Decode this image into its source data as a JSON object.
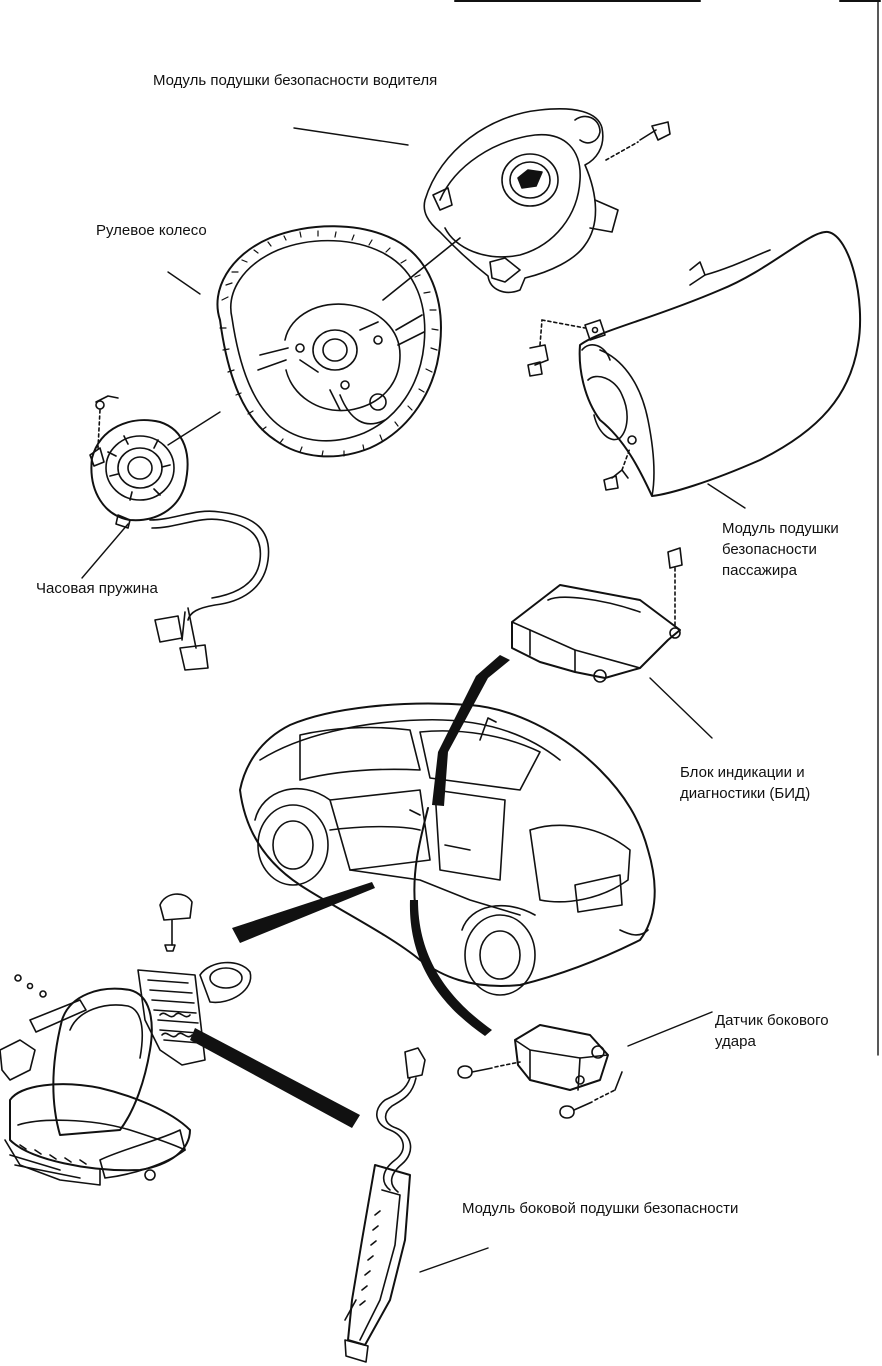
{
  "labels": {
    "driver_airbag": "Модуль подушки безопасности водителя",
    "steering_wheel": "Рулевое колесо",
    "clock_spring": "Часовая пружина",
    "passenger_airbag": [
      "Модуль подушки",
      "безопасности",
      "пассажира"
    ],
    "sdm": [
      "Блок индикации и",
      "диагностики (БИД)"
    ],
    "side_impact_sensor": [
      "Датчик бокового",
      "удара"
    ],
    "side_airbag": "Модуль боковой подушки безопасности"
  }
}
